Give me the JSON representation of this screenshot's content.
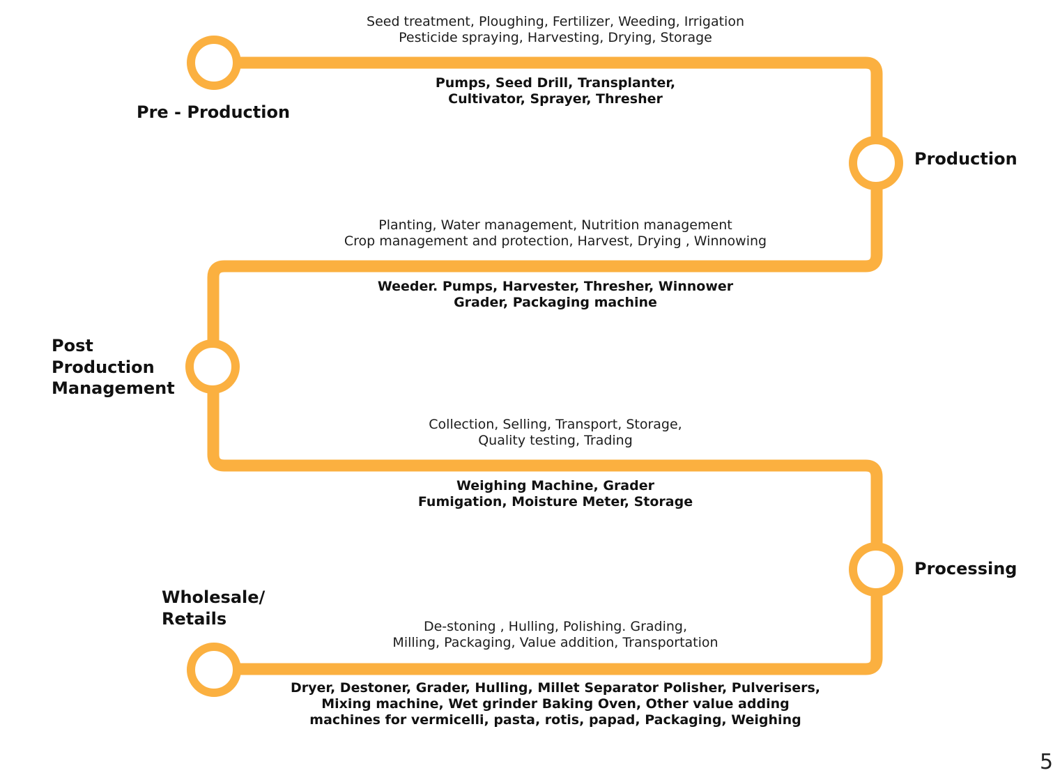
{
  "colors": {
    "path": "#FBB040",
    "node_fill": "#FFFFFF",
    "text": "#111111"
  },
  "stages": {
    "pre_production": "Pre - Production",
    "production": "Production",
    "post_production": {
      "line1": "Post",
      "line2": "Production",
      "line3": "Management"
    },
    "processing": "Processing",
    "wholesale": {
      "line1": "Wholesale/",
      "line2": "Retails"
    }
  },
  "segments": [
    {
      "activities": [
        "Seed treatment, Ploughing, Fertilizer, Weeding, Irrigation",
        "Pesticide spraying, Harvesting, Drying, Storage"
      ],
      "machines": [
        "Pumps, Seed Drill, Transplanter,",
        "Cultivator, Sprayer, Thresher"
      ]
    },
    {
      "activities": [
        "Planting, Water management, Nutrition management",
        "Crop management and protection, Harvest, Drying , Winnowing"
      ],
      "machines": [
        "Weeder. Pumps, Harvester, Thresher, Winnower",
        "Grader, Packaging machine"
      ]
    },
    {
      "activities": [
        "Collection, Selling, Transport, Storage,",
        "Quality testing, Trading"
      ],
      "machines": [
        "Weighing Machine, Grader",
        "Fumigation, Moisture Meter, Storage"
      ]
    },
    {
      "activities": [
        "De-stoning , Hulling, Polishing. Grading,",
        "Milling, Packaging, Value addition, Transportation"
      ],
      "machines": [
        "Dryer, Destoner, Grader, Hulling, Millet Separator Polisher, Pulverisers,",
        "Mixing machine, Wet grinder  Baking Oven, Other value adding",
        "machines for vermicelli, pasta, rotis, papad, Packaging, Weighing"
      ]
    }
  ],
  "page_number": "5"
}
